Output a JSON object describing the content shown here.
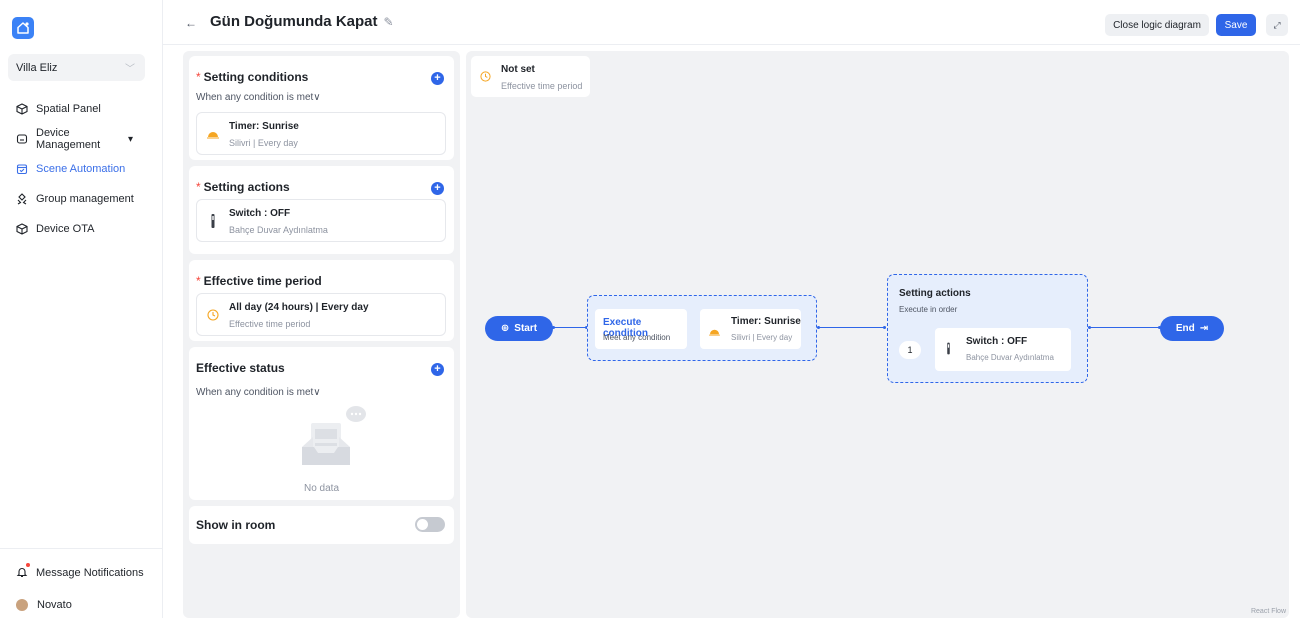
{
  "sidebar": {
    "home": "Villa Eliz",
    "nav": [
      {
        "label": "Spatial Panel",
        "icon": "cube-icon"
      },
      {
        "label": "Device Management",
        "icon": "device-icon"
      },
      {
        "label": "Scene Automation",
        "icon": "calendar-icon"
      },
      {
        "label": "Group management",
        "icon": "group-icon"
      },
      {
        "label": "Device OTA",
        "icon": "cube-icon"
      }
    ],
    "notifications": "Message Notifications",
    "user": "Novato"
  },
  "header": {
    "title": "Gün Doğumunda Kapat",
    "close_diagram": "Close logic diagram",
    "save": "Save"
  },
  "panel": {
    "conditions": {
      "title": "Setting conditions",
      "mode": "When any condition is met",
      "item_title": "Timer: Sunrise",
      "item_sub": "Silivri | Every day"
    },
    "actions": {
      "title": "Setting actions",
      "item_title": "Switch : OFF",
      "item_sub": "Bahçe Duvar Aydınlatma"
    },
    "period": {
      "title": "Effective time period",
      "item_title": "All day (24 hours) | Every day",
      "item_sub": "Effective time period"
    },
    "status": {
      "title": "Effective status",
      "mode": "When any condition is met",
      "empty": "No data"
    },
    "show_in_room": {
      "label": "Show in room",
      "enabled": false
    }
  },
  "canvas": {
    "not_set_title": "Not set",
    "not_set_sub": "Effective time period",
    "start": "Start",
    "execute_title": "Execute condition",
    "execute_sub": "Meet any condition",
    "timer_title": "Timer: Sunrise",
    "timer_sub": "Silivri | Every day",
    "actions_title": "Setting actions",
    "actions_sub": "Execute in order",
    "action_index": "1",
    "action_title": "Switch : OFF",
    "action_sub": "Bahçe Duvar Aydınlatma",
    "end": "End",
    "attribution": "React Flow"
  },
  "colors": {
    "accent": "#2f66e8",
    "required": "#f5463b",
    "sunrise": "#f5a623",
    "clock": "#f5a623"
  }
}
